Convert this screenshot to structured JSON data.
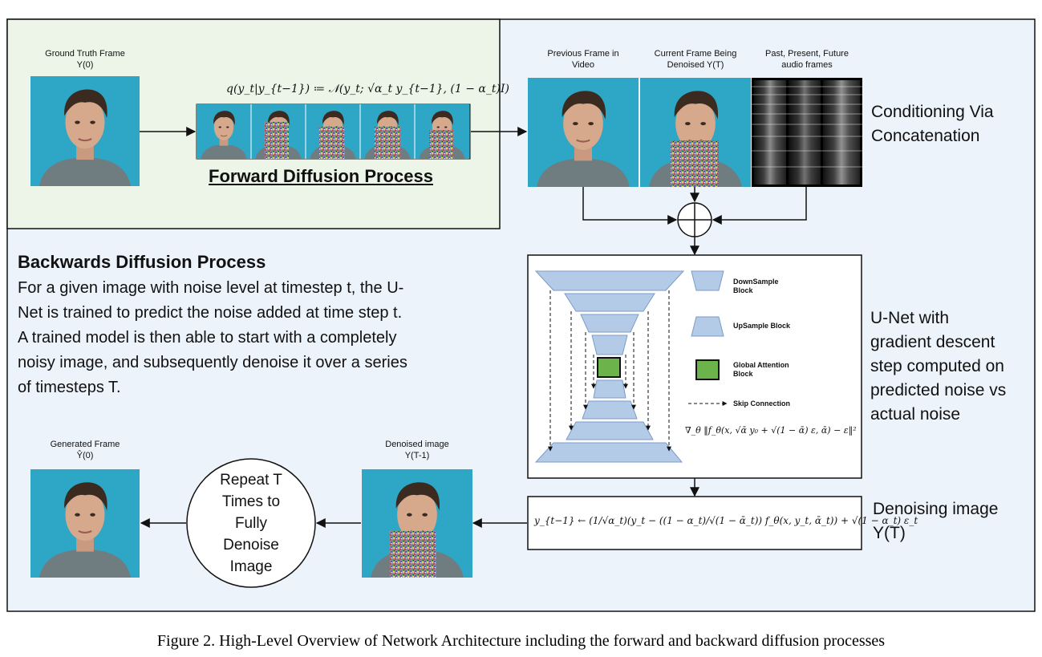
{
  "forward": {
    "gt_label_1": "Ground Truth Frame",
    "gt_label_2": "Y(0)",
    "equation": "q(y_t|y_{t−1}) ≔ 𝒩(y_t; √α_t y_{t−1}, (1 − α_t)I)",
    "title": "Forward Diffusion Process"
  },
  "conditioning": {
    "prev_label_1": "Previous Frame in",
    "prev_label_2": "Video",
    "current_label_1": "Current Frame Being",
    "current_label_2": "Denoised Y(T)",
    "audio_label_1": "Past, Present, Future",
    "audio_label_2": "audio frames",
    "side_1": "Conditioning Via",
    "side_2": "Concatenation"
  },
  "unet": {
    "legend_down_1": "DownSample",
    "legend_down_2": "Block",
    "legend_up": "UpSample Block",
    "legend_attn_1": "Global Attention",
    "legend_attn_2": "Block",
    "legend_skip": "Skip Connection",
    "loss": "∇_θ ‖f_θ(x, √ᾱ y₀ + √(1 − ᾱ) ε, ᾱ) − ε‖²",
    "side_1": "U-Net with",
    "side_2": "gradient descent",
    "side_3": "step computed on",
    "side_4": "predicted noise vs",
    "side_5": "actual noise"
  },
  "backward": {
    "title": "Backwards Diffusion Process",
    "line_1": "For a given image with noise level at timestep t, the U-",
    "line_2": "Net is trained to predict the noise added at time step t.",
    "line_3": "A trained model is then able to start with a completely",
    "line_4": "noisy image, and subsequently denoise it over a series",
    "line_5": "of timesteps T.",
    "generated_label_1": "Generated Frame",
    "generated_label_2": "Ŷ(0)",
    "denoised_label_1": "Denoised image",
    "denoised_label_2": "Y(T-1)",
    "repeat_1": "Repeat T",
    "repeat_2": "Times to",
    "repeat_3": "Fully",
    "repeat_4": "Denoise",
    "repeat_5": "Image",
    "update_eq": "y_{t−1} ← (1/√α_t)(y_t − ((1 − α_t)/√(1 − ᾱ_t)) f_θ(x, y_t, ᾱ_t)) + √(1 − α_t) ε_t",
    "side_1": "Denoising image",
    "side_2": "Y(T)"
  },
  "caption": "Figure 2. High-Level Overview of Network Architecture including the forward and backward diffusion processes",
  "colors": {
    "forward_panel": "#edf5e8",
    "main_panel": "#edf3fa",
    "block_fill": "#b4cbe8",
    "block_stroke": "#7b9bc7",
    "attention": "#6db34b",
    "photo_bg": "#2ea6c6"
  }
}
